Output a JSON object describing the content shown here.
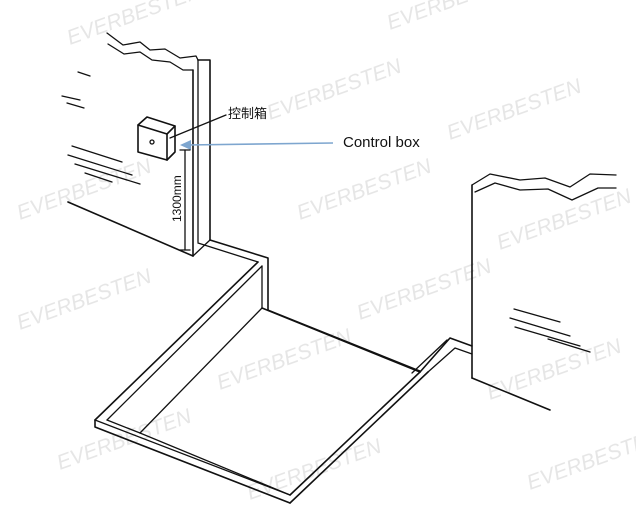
{
  "labels": {
    "control_box_cn": "控制箱",
    "control_box_en": "Control box",
    "height_dimension": "1300mm"
  },
  "watermark": {
    "text": "EVERBESTEN"
  },
  "colors": {
    "line": "#111111",
    "arrow": "#7ea6cf",
    "watermark": "#e6e6e6"
  }
}
